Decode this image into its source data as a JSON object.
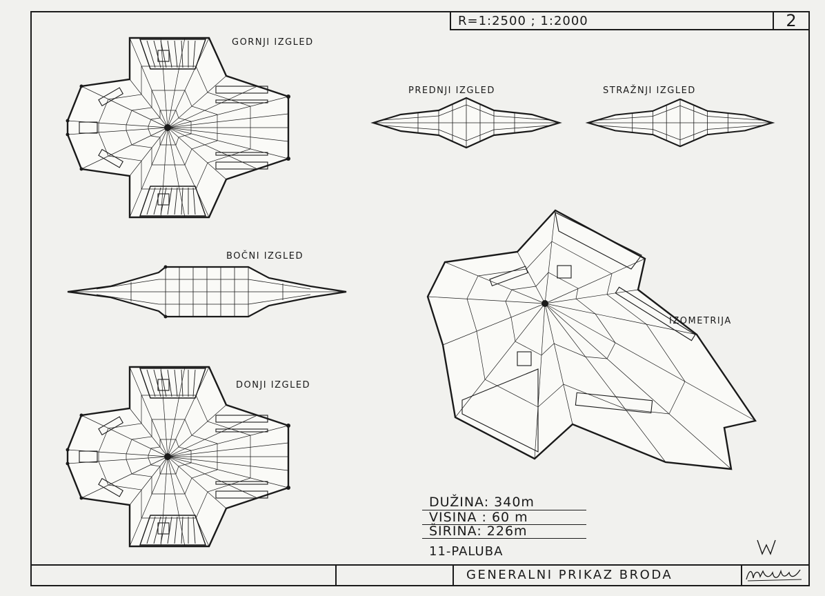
{
  "header": {
    "scale": "R=1:2500 ; 1:2000",
    "sheet_number": "2"
  },
  "views": {
    "top": "GORNJI IZGLED",
    "front": "PREDNJI IZGLED",
    "rear": "STRAŽNJI IZGLED",
    "side": "BOČNI IZGLED",
    "bottom": "DONJI IZGLED",
    "isometric": "IZOMETRIJA"
  },
  "specs": {
    "length": "DUŽINA: 340m",
    "height": "VISINA : 60 m",
    "width": "ŠIRINA: 226m",
    "decks": "11-PALUBA"
  },
  "title_block": {
    "title": "GENERALNI PRIKAZ BRODA"
  },
  "icons": [
    "monogram-mark",
    "signature"
  ]
}
